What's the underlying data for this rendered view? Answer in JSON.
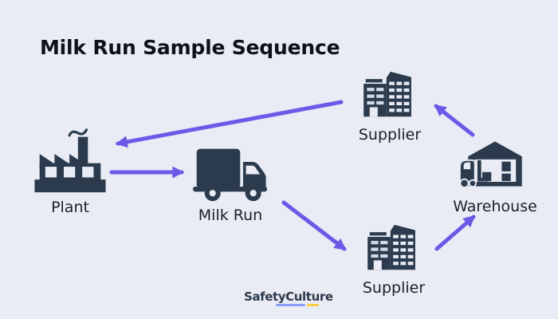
{
  "title": "Milk Run Sample Sequence",
  "colors": {
    "bg": "#e9ecf4",
    "icon": "#2b3b4d",
    "arrow": "#6a5ae8",
    "title_text": "#0c121c",
    "label_text": "#18202c",
    "logo_text": "#2e3a4c",
    "logo_underline_blue": "#8b9cf4",
    "logo_underline_yellow": "#f6cf3a"
  },
  "nodes": [
    {
      "id": "plant",
      "label": "Plant",
      "icon": "factory-icon"
    },
    {
      "id": "milk-run",
      "label": "Milk Run",
      "icon": "delivery-truck-icon"
    },
    {
      "id": "supplier-top",
      "label": "Supplier",
      "icon": "office-building-icon"
    },
    {
      "id": "warehouse",
      "label": "Warehouse",
      "icon": "warehouse-forklift-icon"
    },
    {
      "id": "supplier-bottom",
      "label": "Supplier",
      "icon": "office-building-icon"
    }
  ],
  "arrows": [
    {
      "from": "plant",
      "to": "milk-run"
    },
    {
      "from": "milk-run",
      "to": "supplier-bottom"
    },
    {
      "from": "supplier-bottom",
      "to": "warehouse"
    },
    {
      "from": "warehouse",
      "to": "supplier-top"
    },
    {
      "from": "supplier-top",
      "to": "plant"
    }
  ],
  "footer": {
    "logo_text": "SafetyCulture"
  }
}
